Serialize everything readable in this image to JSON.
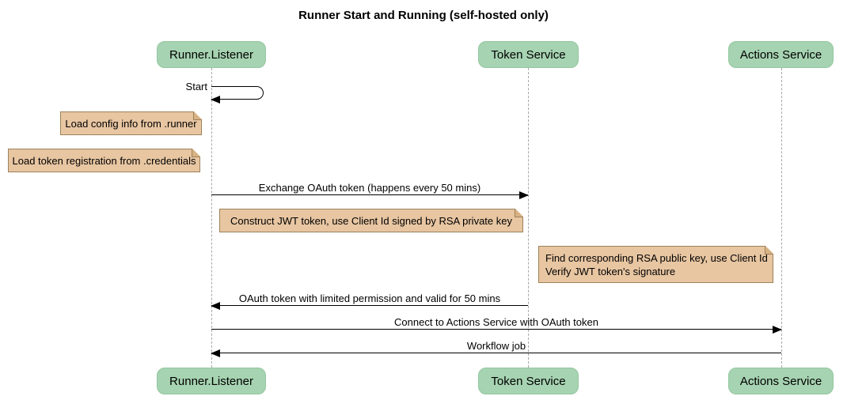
{
  "title": "Runner Start and Running (self-hosted only)",
  "participants": [
    {
      "name": "Runner.Listener"
    },
    {
      "name": "Token Service"
    },
    {
      "name": "Actions Service"
    }
  ],
  "messages": [
    {
      "label": "Start",
      "from": "Runner.Listener",
      "to": "Runner.Listener",
      "type": "self"
    },
    {
      "label": "Exchange OAuth token (happens every 50 mins)",
      "from": "Runner.Listener",
      "to": "Token Service",
      "type": "solid-arrow"
    },
    {
      "label": "OAuth token with limited permission and valid for 50 mins",
      "from": "Token Service",
      "to": "Runner.Listener",
      "type": "solid-arrow"
    },
    {
      "label": "Connect to Actions Service with OAuth token",
      "from": "Runner.Listener",
      "to": "Actions Service",
      "type": "solid-arrow"
    },
    {
      "label": "Workflow job",
      "from": "Actions Service",
      "to": "Runner.Listener",
      "type": "solid-arrow"
    }
  ],
  "notes": [
    {
      "position": "left of Runner.Listener",
      "lines": [
        "Load config info from .runner"
      ]
    },
    {
      "position": "left of Runner.Listener",
      "lines": [
        "Load token registration from .credentials"
      ]
    },
    {
      "position": "right of Runner.Listener",
      "lines": [
        "Construct JWT token, use Client Id signed by RSA private key"
      ]
    },
    {
      "position": "right of Token Service",
      "lines": [
        "Find corresponding RSA public key, use Client Id",
        "Verify JWT token's signature"
      ]
    }
  ],
  "colors": {
    "actor_fill": "#a6d3b1",
    "actor_border": "#93c7a0",
    "note_fill": "#e8c6a2",
    "note_border": "#9c825a",
    "line": "#000000",
    "lifeline": "#a6a6a6"
  }
}
